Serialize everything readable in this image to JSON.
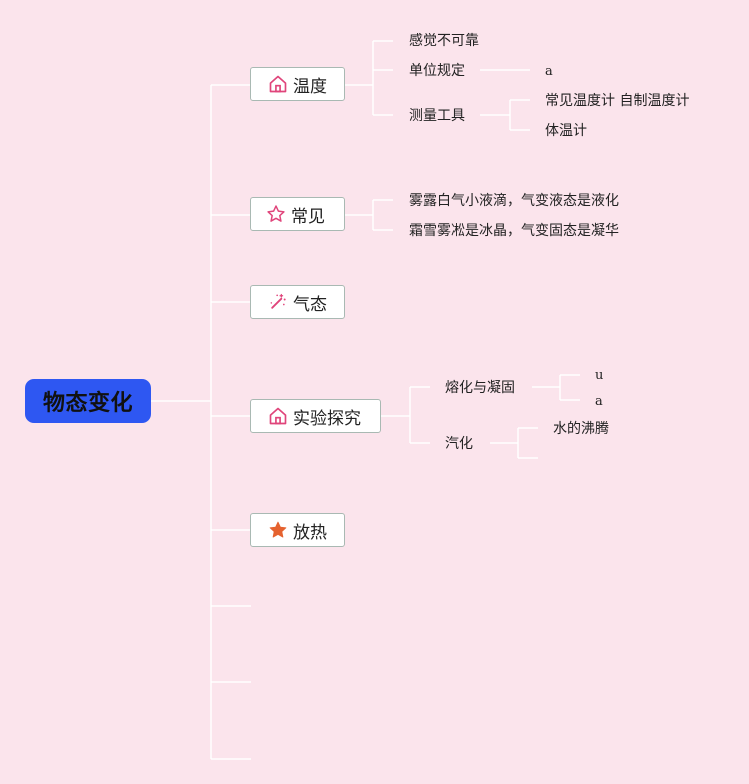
{
  "root": {
    "label": "物态变化"
  },
  "branches": [
    {
      "label": "温度",
      "icon": "home-icon",
      "children": [
        {
          "label": "感觉不可靠"
        },
        {
          "label": "单位规定",
          "child": "a"
        },
        {
          "label": "测量工具",
          "children": [
            "常见温度计 自制温度计",
            "体温计"
          ]
        }
      ]
    },
    {
      "label": "常见",
      "icon": "star-outline-icon",
      "children": [
        {
          "label": "雾露白气小液滴，气变液态是液化"
        },
        {
          "label": "霜雪雾凇是冰晶，气变固态是凝华"
        }
      ]
    },
    {
      "label": "气态",
      "icon": "magic-wand-icon",
      "children": []
    },
    {
      "label": "实验探究",
      "icon": "home-icon",
      "children": [
        {
          "label": "熔化与凝固",
          "children": [
            "u",
            "a"
          ]
        },
        {
          "label": "汽化",
          "children": [
            "水的沸腾",
            ""
          ]
        }
      ]
    },
    {
      "label": "放热",
      "icon": "star-filled-icon",
      "children": []
    }
  ],
  "colors": {
    "background": "#fbe4ec",
    "root": "#2e57f2",
    "connector": "#ffffff",
    "icon_accent": "#e0457b",
    "star_filled": "#e5622f"
  }
}
